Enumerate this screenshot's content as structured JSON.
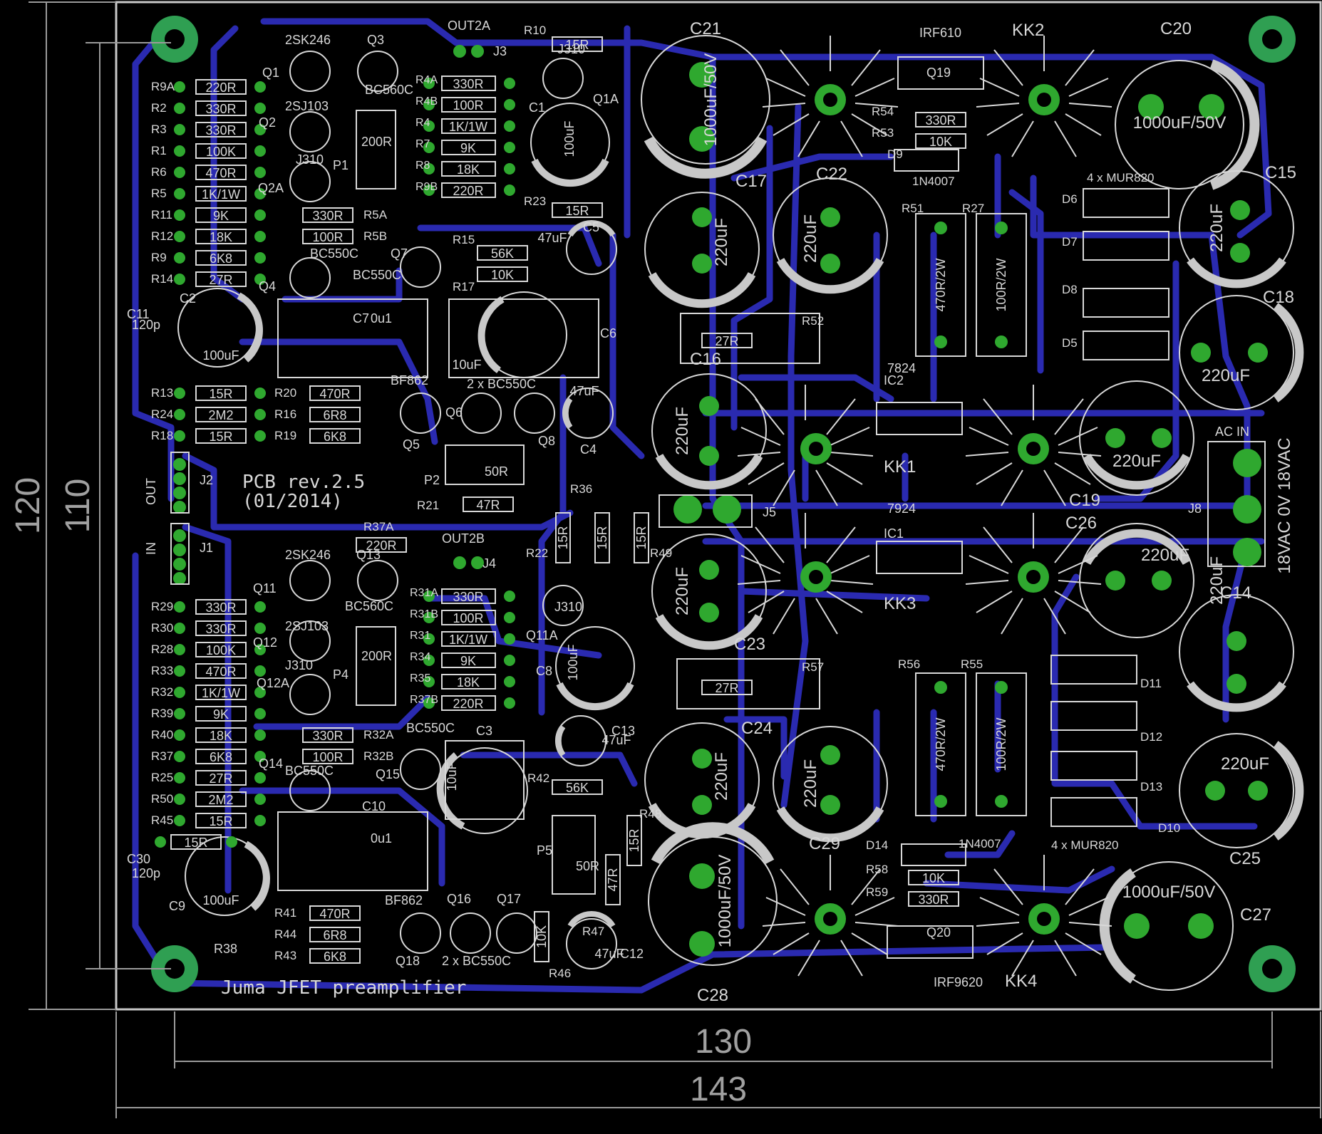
{
  "board": {
    "title": "Juma JFET preamplifier",
    "revision": "PCB rev.2.5",
    "date": "(01/2014)"
  },
  "dimensions": {
    "height_outer": "120",
    "height_inner": "110",
    "width_inner": "130",
    "width_outer": "143"
  },
  "colors": {
    "background": "#000000",
    "trace": "#2a2ab0",
    "pad": "#2fa82f",
    "silk": "#d8d8d8",
    "dimension": "#9a9a9a"
  },
  "resistors": [
    {
      "ref": "R9A",
      "value": "220R"
    },
    {
      "ref": "R2",
      "value": "330R"
    },
    {
      "ref": "R3",
      "value": "330R"
    },
    {
      "ref": "R1",
      "value": "100K"
    },
    {
      "ref": "R6",
      "value": "470R"
    },
    {
      "ref": "R5",
      "value": "1K/1W"
    },
    {
      "ref": "R11",
      "value": "9K"
    },
    {
      "ref": "R12",
      "value": "18K"
    },
    {
      "ref": "R9",
      "value": "6K8"
    },
    {
      "ref": "R14",
      "value": "27R"
    },
    {
      "ref": "R13",
      "value": "15R"
    },
    {
      "ref": "R24",
      "value": "2M2"
    },
    {
      "ref": "R18",
      "value": "15R"
    },
    {
      "ref": "R29",
      "value": "330R"
    },
    {
      "ref": "R30",
      "value": "330R"
    },
    {
      "ref": "R28",
      "value": "100K"
    },
    {
      "ref": "R33",
      "value": "470R"
    },
    {
      "ref": "R32",
      "value": "1K/1W"
    },
    {
      "ref": "R39",
      "value": "9K"
    },
    {
      "ref": "R40",
      "value": "18K"
    },
    {
      "ref": "R37",
      "value": "6K8"
    },
    {
      "ref": "R25",
      "value": "27R"
    },
    {
      "ref": "R50",
      "value": "2M2"
    },
    {
      "ref": "R45",
      "value": "15R"
    },
    {
      "ref": "R38",
      "value": "15R"
    }
  ],
  "res_col2a": [
    {
      "ref": "R4A",
      "value": "330R"
    },
    {
      "ref": "R4B",
      "value": "100R"
    },
    {
      "ref": "R4",
      "value": "1K/1W"
    },
    {
      "ref": "R7",
      "value": "9K"
    },
    {
      "ref": "R8",
      "value": "18K"
    },
    {
      "ref": "R9B",
      "value": "220R"
    }
  ],
  "res_col2b": [
    {
      "ref": "R31A",
      "value": "330R"
    },
    {
      "ref": "R31B",
      "value": "100R"
    },
    {
      "ref": "R31",
      "value": "1K/1W"
    },
    {
      "ref": "R34",
      "value": "9K"
    },
    {
      "ref": "R35",
      "value": "18K"
    },
    {
      "ref": "R37B",
      "value": "220R"
    }
  ],
  "res_mid": [
    {
      "ref": "R5A",
      "value": "330R"
    },
    {
      "ref": "R5B",
      "value": "100R"
    },
    {
      "ref": "R20",
      "value": "470R"
    },
    {
      "ref": "R16",
      "value": "6R8"
    },
    {
      "ref": "R19",
      "value": "6K8"
    },
    {
      "ref": "R32A",
      "value": "330R"
    },
    {
      "ref": "R32B",
      "value": "100R"
    },
    {
      "ref": "R41",
      "value": "470R"
    },
    {
      "ref": "R44",
      "value": "6R8"
    },
    {
      "ref": "R43",
      "value": "6K8"
    }
  ],
  "res_misc": [
    {
      "ref": "R10",
      "value": "15R"
    },
    {
      "ref": "R23",
      "value": "15R"
    },
    {
      "ref": "R15",
      "value": "56K"
    },
    {
      "ref": "R17",
      "value": "10K"
    },
    {
      "ref": "R21",
      "value": "47R"
    },
    {
      "ref": "R37A",
      "value": "220R"
    },
    {
      "ref": "R42",
      "value": "56K"
    },
    {
      "ref": "R54",
      "value": "330R"
    },
    {
      "ref": "R53",
      "value": "10K"
    },
    {
      "ref": "R58",
      "value": "10K"
    },
    {
      "ref": "R59",
      "value": "330R"
    },
    {
      "ref": "R52",
      "value": "27R"
    },
    {
      "ref": "R57",
      "value": "27R"
    },
    {
      "ref": "R36",
      "value": "15R"
    },
    {
      "ref": "R22",
      "value": "15R"
    },
    {
      "ref": "R49",
      "value": "15R"
    },
    {
      "ref": "R48",
      "value": "15R"
    },
    {
      "ref": "R47",
      "value": "47R"
    },
    {
      "ref": "R46",
      "value": "10K"
    }
  ],
  "power_res": [
    {
      "ref": "R51",
      "value": "470R/2W"
    },
    {
      "ref": "R27",
      "value": "100R/2W"
    },
    {
      "ref": "R56",
      "value": "470R/2W"
    },
    {
      "ref": "R55",
      "value": "100R/2W"
    }
  ],
  "big_caps": [
    {
      "ref": "C21",
      "value": "1000uF/50V"
    },
    {
      "ref": "C20",
      "value": "1000uF/50V"
    },
    {
      "ref": "C28",
      "value": "1000uF/50V"
    },
    {
      "ref": "C27",
      "value": "1000uF/50V"
    }
  ],
  "caps": [
    {
      "ref": "C17",
      "value": "220uF"
    },
    {
      "ref": "C22",
      "value": "220uF"
    },
    {
      "ref": "C15",
      "value": "220uF"
    },
    {
      "ref": "C18",
      "value": "220uF"
    },
    {
      "ref": "C16",
      "value": "220uF"
    },
    {
      "ref": "C19",
      "value": "220uF"
    },
    {
      "ref": "C26",
      "value": "220uF"
    },
    {
      "ref": "C23",
      "value": "220uF"
    },
    {
      "ref": "C14",
      "value": "220uF"
    },
    {
      "ref": "C24",
      "value": "220uF"
    },
    {
      "ref": "C29",
      "value": "220uF"
    },
    {
      "ref": "C25",
      "value": "220uF"
    }
  ],
  "small_caps": [
    {
      "ref": "C1",
      "value": "100uF"
    },
    {
      "ref": "C2",
      "value": "100uF"
    },
    {
      "ref": "C8",
      "value": "100uF"
    },
    {
      "ref": "C9",
      "value": "100uF"
    },
    {
      "ref": "C5",
      "value": "47uF"
    },
    {
      "ref": "C4",
      "value": "47uF"
    },
    {
      "ref": "C13",
      "value": "47uF"
    },
    {
      "ref": "C12",
      "value": "47uF"
    },
    {
      "ref": "C6",
      "value": "10uF"
    },
    {
      "ref": "C3",
      "value": "10uF"
    },
    {
      "ref": "C7",
      "value": "0u1"
    },
    {
      "ref": "C10",
      "value": "0u1"
    },
    {
      "ref": "C11",
      "value": "120p"
    },
    {
      "ref": "C30",
      "value": "120p"
    }
  ],
  "transistors": [
    {
      "ref": "Q1",
      "part": "2SK246"
    },
    {
      "ref": "Q3",
      "part": "BC560C"
    },
    {
      "ref": "Q2",
      "part": "2SJ103"
    },
    {
      "ref": "Q2A",
      "part": "J310"
    },
    {
      "ref": "Q4",
      "part": "BC550C"
    },
    {
      "ref": "Q7",
      "part": "BC550C"
    },
    {
      "ref": "Q1A",
      "part": "J310"
    },
    {
      "ref": "Q5",
      "part": "BF862"
    },
    {
      "ref": "Q6",
      "part": "2 x BC550C"
    },
    {
      "ref": "Q8",
      "part": ""
    },
    {
      "ref": "Q11",
      "part": "2SK246"
    },
    {
      "ref": "Q13",
      "part": "BC560C"
    },
    {
      "ref": "Q12",
      "part": "2SJ103"
    },
    {
      "ref": "Q12A",
      "part": "J310"
    },
    {
      "ref": "Q14",
      "part": "BC550C"
    },
    {
      "ref": "Q15",
      "part": "BC550C"
    },
    {
      "ref": "Q11A",
      "part": "J310"
    },
    {
      "ref": "Q18",
      "part": "BF862"
    },
    {
      "ref": "Q16",
      "part": "2 x BC550C"
    },
    {
      "ref": "Q17",
      "part": ""
    },
    {
      "ref": "Q19",
      "part": "IRF610"
    },
    {
      "ref": "Q20",
      "part": "IRF9620"
    },
    {
      "ref": "IC2",
      "part": "7824"
    },
    {
      "ref": "IC1",
      "part": "7924"
    }
  ],
  "trimmers": [
    {
      "ref": "P1",
      "value": "200R"
    },
    {
      "ref": "P4",
      "value": "200R"
    },
    {
      "ref": "P2",
      "value": "50R"
    },
    {
      "ref": "P5",
      "value": "50R"
    }
  ],
  "heatsinks": [
    "KK1",
    "KK2",
    "KK3",
    "KK4"
  ],
  "diodes": {
    "bridge_top_label": "4 x MUR820",
    "bridge_bottom_label": "4 x MUR820",
    "top": [
      "D6",
      "D7",
      "D8",
      "D5"
    ],
    "bottom": [
      "D11",
      "D12",
      "D13",
      "D10"
    ],
    "zener": [
      {
        "ref": "D9",
        "part": "1N4007"
      },
      {
        "ref": "D14",
        "part": "1N4007"
      }
    ]
  },
  "connectors": {
    "j1": "J1",
    "j2": "J2",
    "j3": "J3",
    "j4": "J4",
    "j5": "J5",
    "j8": "J8",
    "out": "OUT",
    "in": "IN",
    "out2a": "OUT2A",
    "out2b": "OUT2B",
    "ac_in": "AC IN",
    "ac_label": "18VAC 0V 18VAC"
  }
}
